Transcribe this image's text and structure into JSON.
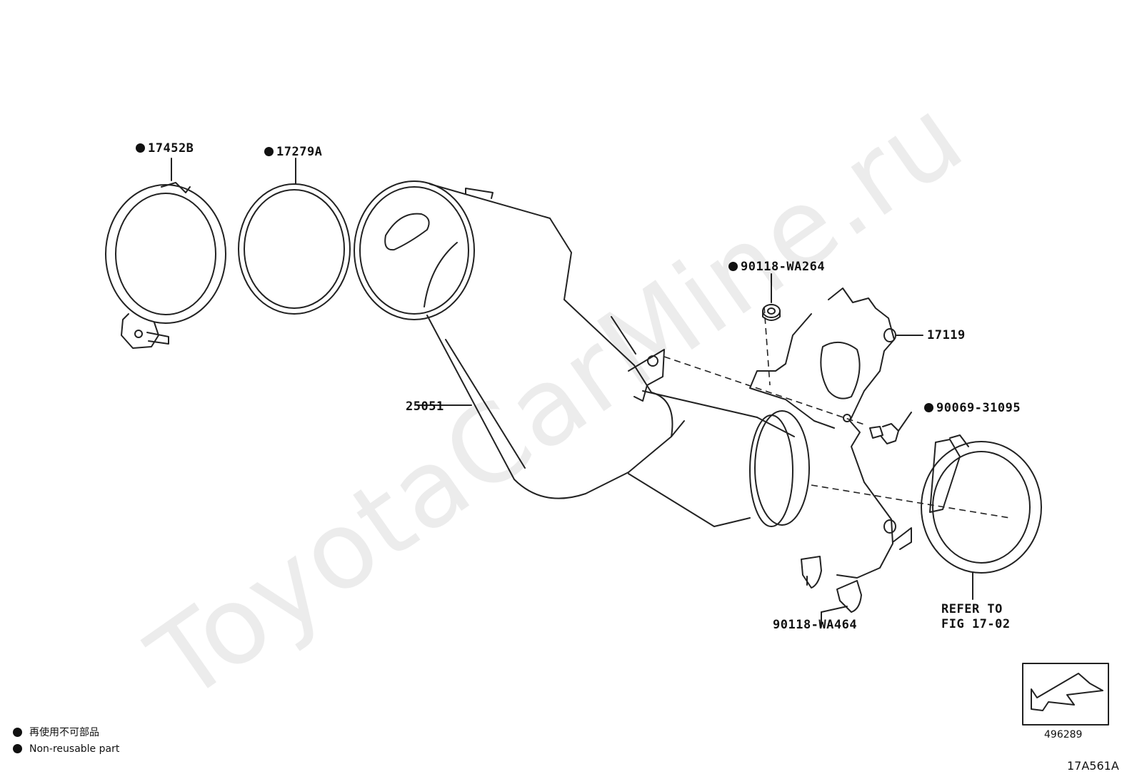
{
  "watermark": "ToyotaCarMine.ru",
  "parts": {
    "p17452b": {
      "code": "17452B",
      "non_reusable": true
    },
    "p17279a": {
      "code": "17279A",
      "non_reusable": true
    },
    "p90118wa264": {
      "code": "90118-WA264",
      "non_reusable": true
    },
    "p17119": {
      "code": "17119",
      "non_reusable": false
    },
    "p90069": {
      "code": "90069-31095",
      "non_reusable": true
    },
    "p25051": {
      "code": "25051",
      "non_reusable": false
    },
    "p90118wa464": {
      "code": "90118-WA464",
      "non_reusable": false
    },
    "refer": {
      "line1": "REFER TO",
      "line2": "FIG 17-02"
    }
  },
  "direction_box": {
    "code": "496289"
  },
  "legend": {
    "jp": "再使用不可部品",
    "en": "Non-reusable part"
  },
  "figure_id": "17A561A"
}
